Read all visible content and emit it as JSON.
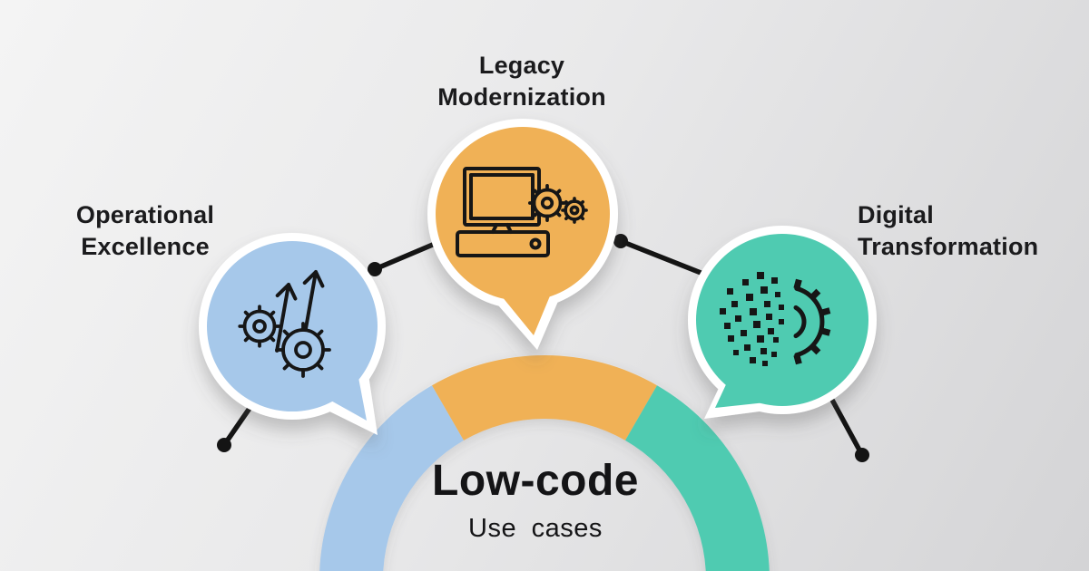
{
  "title": {
    "main": "Low-code",
    "sub": "Use cases"
  },
  "bubbles": [
    {
      "name": "operational-excellence",
      "label": [
        "Operational",
        "Excellence"
      ],
      "color": "#a6c8ea",
      "icon": "gears-up-arrows-icon"
    },
    {
      "name": "legacy-modernization",
      "label": [
        "Legacy",
        "Modernization"
      ],
      "color": "#f0b156",
      "icon": "computer-gears-icon"
    },
    {
      "name": "digital-transformation",
      "label": [
        "Digital",
        "Transformation"
      ],
      "color": "#50cbb1",
      "icon": "pixel-brain-gear-icon"
    }
  ],
  "arc_segments": [
    {
      "name": "operational-excellence",
      "color": "#a6c8ea"
    },
    {
      "name": "legacy-modernization",
      "color": "#f0b156"
    },
    {
      "name": "digital-transformation",
      "color": "#50cbb1"
    }
  ],
  "line_color": "#141414",
  "icon_stroke_color": "#151515",
  "text_color": "#1b1b1d"
}
